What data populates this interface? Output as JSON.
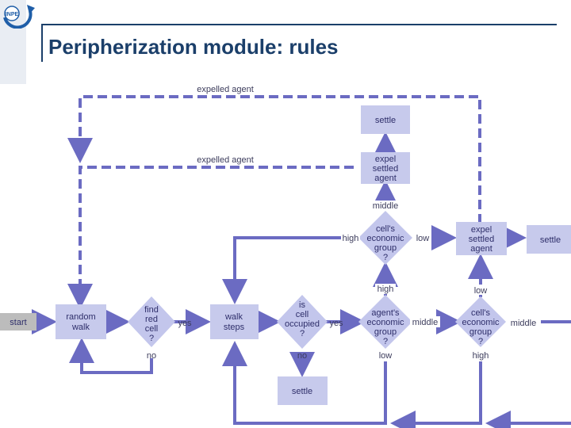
{
  "header": {
    "title": "Peripherization module: rules"
  },
  "logo": {
    "text": "INPE"
  },
  "colors": {
    "line": "#6b6bc2",
    "node_fill": "#c3c6ec",
    "box_fill": "#c7caec",
    "start_fill": "#bcbcbc",
    "title": "#1b3f6a"
  },
  "nodes": {
    "start": "start",
    "random_walk": [
      "random",
      "walk"
    ],
    "find_red_cell": [
      "find",
      "red",
      "cell",
      "?"
    ],
    "walk_steps": [
      "walk",
      "steps"
    ],
    "is_cell_occupied": [
      "is",
      "cell",
      "occupied",
      "?"
    ],
    "settle_bottom": "settle",
    "agents_group": [
      "agent's",
      "economic",
      "group",
      "?"
    ],
    "cells_group_top": [
      "cell's",
      "economic",
      "group",
      "?"
    ],
    "cells_group_right": [
      "cell's",
      "economic",
      "group",
      "?"
    ],
    "expel_settled_agent_top": [
      "expel",
      "settled",
      "agent"
    ],
    "settle_top": "settle",
    "expel_settled_agent_right": [
      "expel",
      "settled",
      "agent"
    ],
    "settle_right": "settle"
  },
  "labels": {
    "expelled_agent_1": "expelled agent",
    "expelled_agent_2": "expelled agent",
    "yes_1": "yes",
    "no_1": "no",
    "yes_2": "yes",
    "no_2": "no",
    "middle_1": "middle",
    "high_1": "high",
    "low_1": "low",
    "high_2": "high",
    "low_2": "low",
    "middle_2": "middle",
    "low_3": "low",
    "high_3": "high",
    "middle_3": "middle"
  }
}
